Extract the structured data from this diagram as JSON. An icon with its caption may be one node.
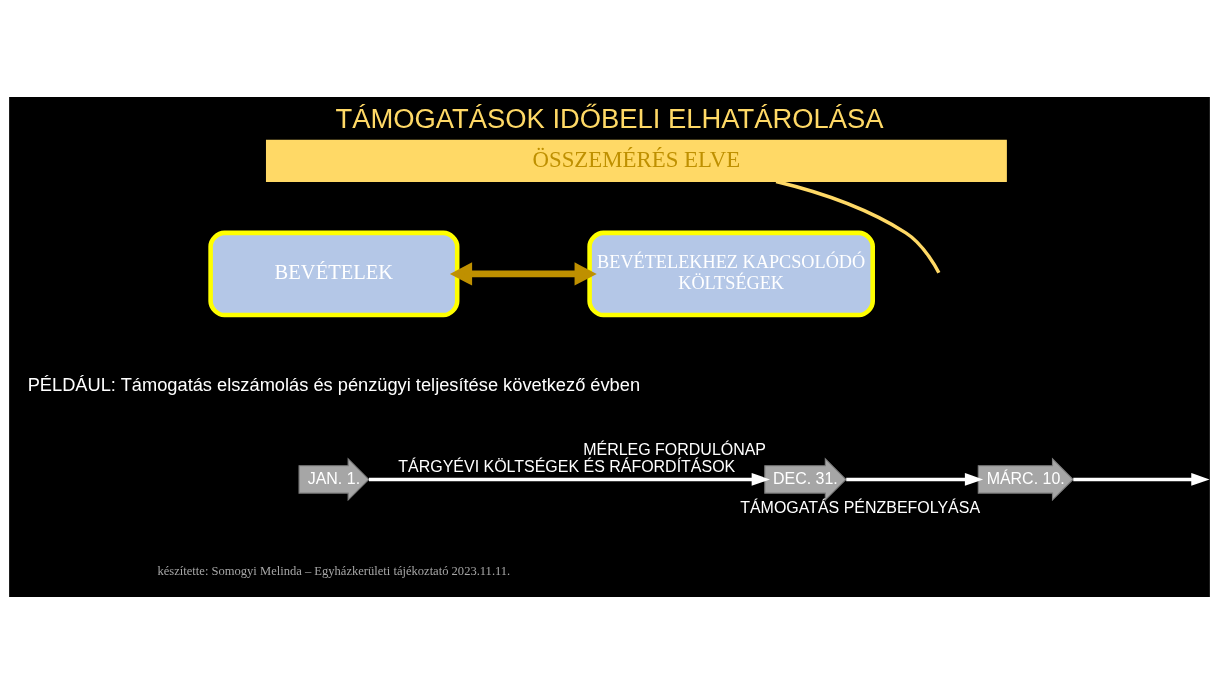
{
  "diagram": {
    "title": "TÁMOGATÁSOK IDŐBELI ELHATÁROLÁSA",
    "caption": "készítette: Somogyi Melinda – Egyházkerületi tájékoztató 2023.11.11.",
    "nodes": [
      {
        "text": [
          "ÖSSZEMÉRÉS ELVE"
        ]
      },
      {
        "text": [
          "BEVÉTELEK"
        ]
      },
      {
        "text": [
          "BEVÉTELEKHEZ KAPCSOLÓDÓ",
          "KÖLTSÉGEK"
        ]
      },
      {
        "text": [
          "JAN. 1."
        ]
      },
      {
        "text": [
          "DEC. 31."
        ],
        "beside": [
          "MÉRLEG FORDULÓNAP"
        ]
      },
      {
        "text": [
          "MÁRC. 10."
        ],
        "beside": [
          "TÁMOGATÁS PÉNZBEFOLYÁSA"
        ]
      }
    ],
    "edges": [
      {
        "from": 0,
        "to": null,
        "arrow": "none",
        "color": "#ffd966"
      },
      {
        "from": 1,
        "to": 2,
        "arrow": "both",
        "style": "thick",
        "color": "#bf9000"
      },
      {
        "from": 3,
        "to": 4,
        "arrow": "to",
        "label": "TÁRGYÉVI KÖLTSÉGEK ÉS RÁFORDÍTÁSOK"
      },
      {
        "from": 4,
        "to": 5,
        "arrow": "to"
      },
      {
        "from": 5,
        "to": null,
        "arrow": "to"
      }
    ],
    "labels": [
      "PÉLDÁUL: Támogatás elszámolás és pénzügyi teljesítése következő évben"
    ]
  }
}
